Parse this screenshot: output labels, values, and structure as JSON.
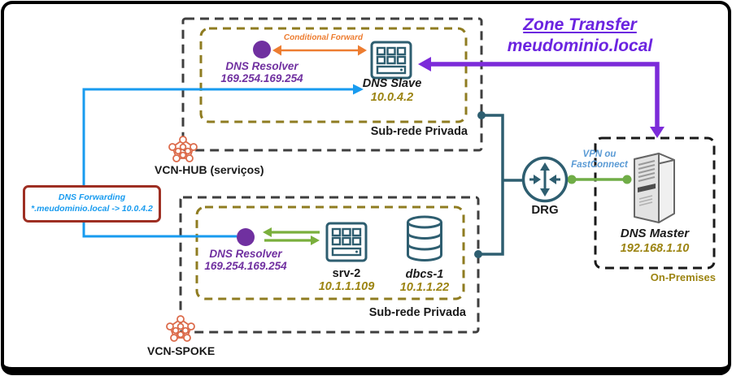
{
  "zone_transfer": {
    "title": "Zone Transfer",
    "subtitle": "meudominio.local"
  },
  "hub": {
    "label": "VCN-HUB (serviços)",
    "subnet_label": "Sub-rede Privada",
    "conditional_forward": "Conditional Forward",
    "resolver": {
      "name": "DNS Resolver",
      "ip": "169.254.169.254"
    },
    "slave": {
      "name": "DNS Slave",
      "ip": "10.0.4.2"
    }
  },
  "spoke": {
    "label": "VCN-SPOKE",
    "subnet_label": "Sub-rede Privada",
    "resolver": {
      "name": "DNS Resolver",
      "ip": "169.254.169.254"
    },
    "srv": {
      "name": "srv-2",
      "ip": "10.1.1.109"
    },
    "db": {
      "name": "dbcs-1",
      "ip": "10.1.1.22"
    }
  },
  "forwarding": {
    "title": "DNS Forwarding",
    "rule": "*.meudominio.local -> 10.0.4.2"
  },
  "drg": {
    "label": "DRG"
  },
  "onprem": {
    "label": "On-Premises",
    "link_label1": "VPN ou",
    "link_label2": "FastConnect",
    "master": {
      "name": "DNS Master",
      "ip": "192.168.1.10"
    }
  },
  "colors": {
    "line_blue": "#189BEF",
    "purple_dark": "#7030A0",
    "purple_bright": "#6B24E0",
    "olive_box": "#8F7C21",
    "olive_text": "#9C8412",
    "teal": "#2E5E70",
    "orange": "#ED7D31",
    "green": "#70AD47",
    "green_arrow": "#7AAF3C",
    "red_box_border": "#9E2F23",
    "vpn_text_blue": "#5B9BD5",
    "dash_gray": "#3F3F3F",
    "vcn_orange": "#DC6B4B"
  }
}
